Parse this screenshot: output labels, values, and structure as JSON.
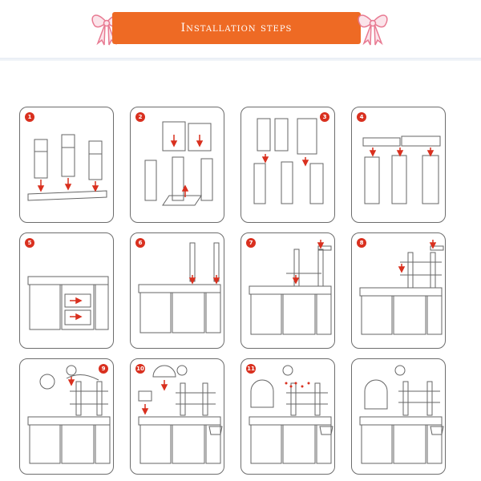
{
  "header": {
    "title": "Installation steps"
  },
  "steps": [
    {
      "number": "1"
    },
    {
      "number": "2"
    },
    {
      "number": "3"
    },
    {
      "number": "4"
    },
    {
      "number": "5"
    },
    {
      "number": "6"
    },
    {
      "number": "7"
    },
    {
      "number": "8"
    },
    {
      "number": "9"
    },
    {
      "number": "10"
    },
    {
      "number": "11"
    }
  ],
  "colors": {
    "banner": "#ee6a24",
    "badge": "#d9301f",
    "arrow": "#d9301f",
    "line": "#6d6d6d"
  }
}
